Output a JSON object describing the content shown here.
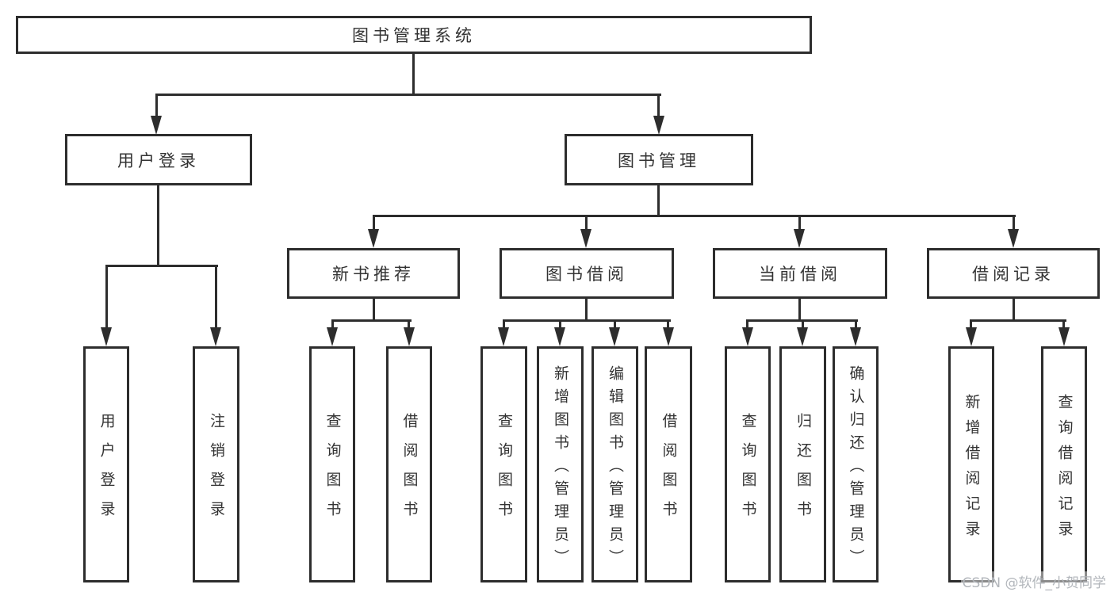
{
  "colors": {
    "line": "#2d2d2d",
    "text": "#333333",
    "box_background": "#ffffff",
    "watermark": "#b2b6bb"
  },
  "nodes": {
    "root": "图书管理系统",
    "level1": {
      "user_login": "用户登录",
      "book_management": "图书管理"
    },
    "level2": {
      "new_book": "新书推荐",
      "book_borrow": "图书借阅",
      "current_borrow": "当前借阅",
      "borrow_record": "借阅记录"
    },
    "leaves": {
      "user_login": [
        "用户登录",
        "注销登录"
      ],
      "new_book": [
        "查询图书",
        "借阅图书"
      ],
      "book_borrow": [
        "查询图书",
        "新增图书（管理员）",
        "编辑图书（管理员）",
        "借阅图书"
      ],
      "current_borrow": [
        "查询图书",
        "归还图书",
        "确认归还（管理员）"
      ],
      "borrow_record": [
        "新增借阅记录",
        "查询借阅记录"
      ]
    }
  },
  "watermark": "CSDN @软件_小贺同学"
}
